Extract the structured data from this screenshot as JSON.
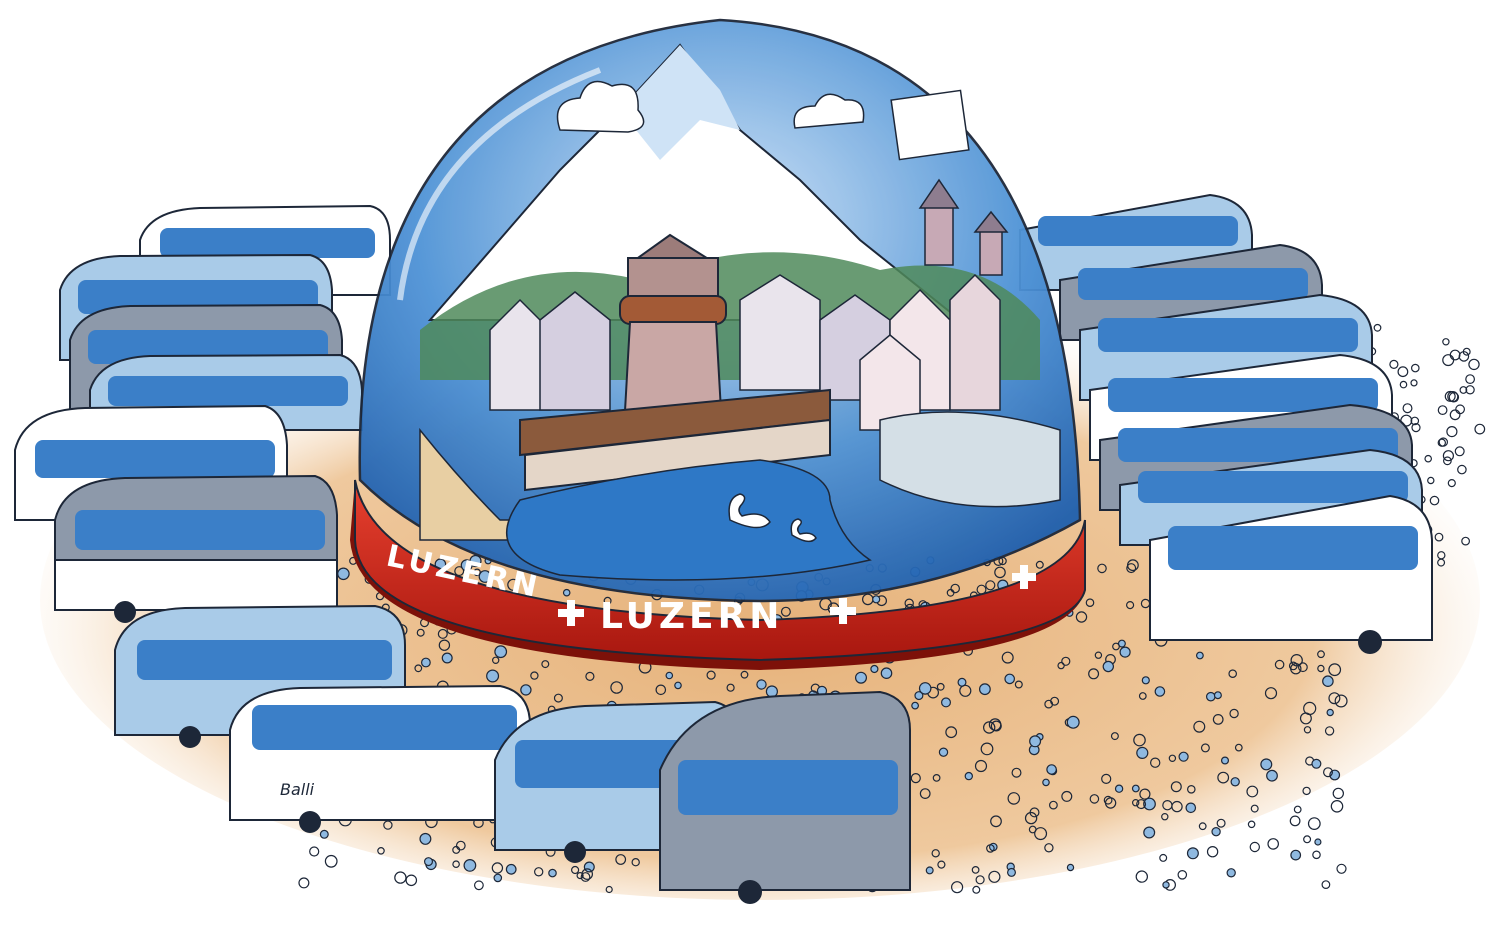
{
  "illustration": {
    "base_band_labels": [
      "LUZERN",
      "LUZERN"
    ],
    "bus_signature": "Balli",
    "colors": {
      "bus_blue": "#3b7fc8",
      "bus_light": "#a9cbe8",
      "bus_grey": "#8d99aa",
      "base_red": "#d12a1e",
      "crowd_sand": "#e8b77e",
      "sky_blue": "#2e78c6",
      "ink": "#1d2738"
    },
    "icons": [
      "swiss-cross-icon",
      "swan-icon",
      "cloud-icon"
    ]
  }
}
